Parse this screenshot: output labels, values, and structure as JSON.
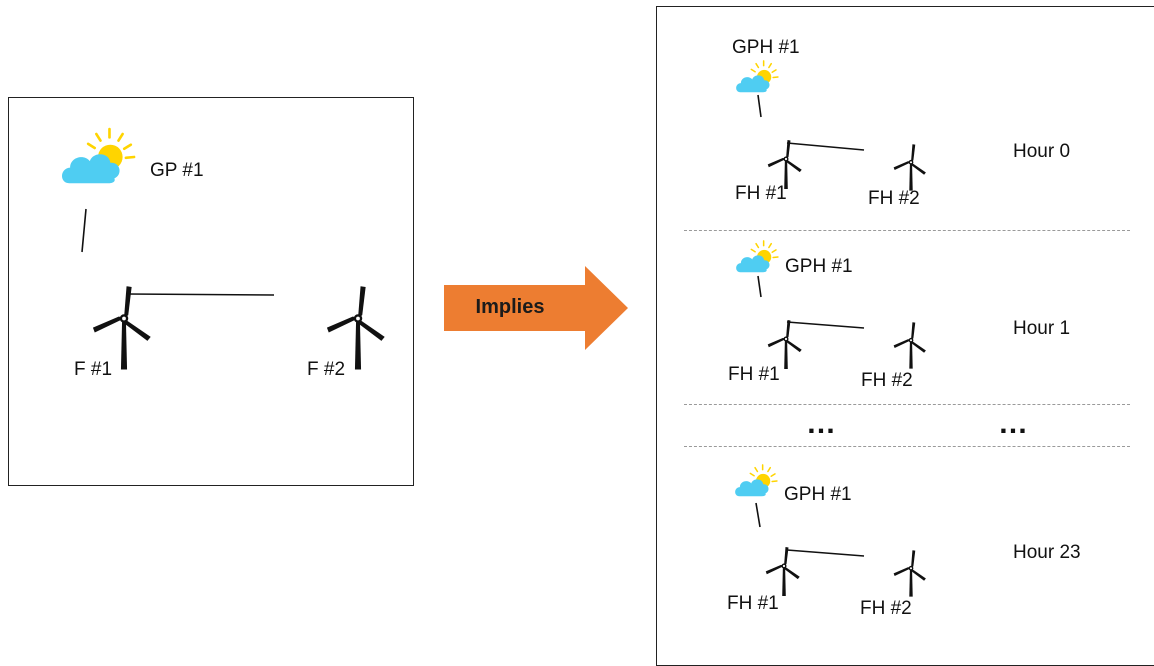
{
  "left_panel": {
    "weather_label": "GP #1",
    "farm1_label": "F #1",
    "farm2_label": "F #2"
  },
  "arrow": {
    "label": "Implies",
    "color": "#ED7D31"
  },
  "right_panel": {
    "hours": [
      {
        "hour_label": "Hour 0",
        "weather_label": "GPH #1",
        "farm1_label": "FH #1",
        "farm2_label": "FH #2"
      },
      {
        "hour_label": "Hour 1",
        "weather_label": "GPH #1",
        "farm1_label": "FH #1",
        "farm2_label": "FH #2"
      },
      {
        "hour_label": "Hour 23",
        "weather_label": "GPH #1",
        "farm1_label": "FH #1",
        "farm2_label": "FH #2"
      }
    ],
    "ellipsis_left": "…",
    "ellipsis_right": "…"
  },
  "colors": {
    "cloud": "#4FCDF2",
    "sun": "#FFD400",
    "turbine": "#111111",
    "divider": "#9A9A9A"
  },
  "icons": {
    "weather": "cloud-sun-icon",
    "turbine": "wind-turbine-icon"
  }
}
